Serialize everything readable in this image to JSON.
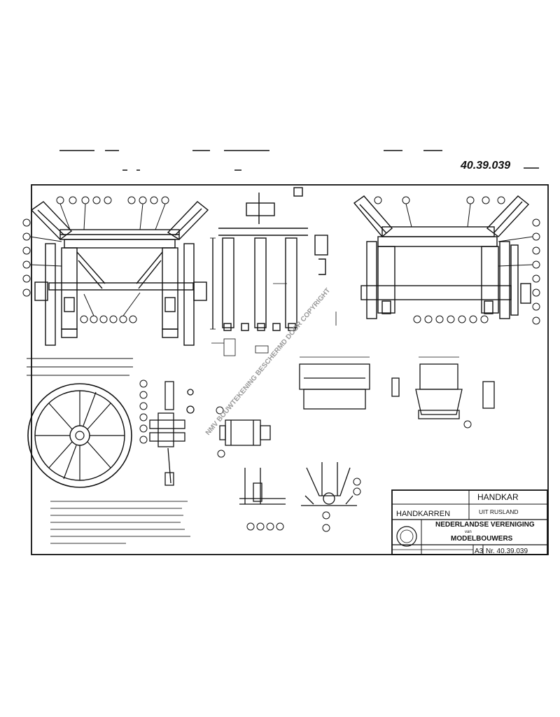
{
  "handwritten_number": "40.39.039",
  "title_block": {
    "title": "HANDKAR",
    "subtitle": "UIT RUSLAND",
    "category": "HANDKARREN",
    "organisation_line1": "NEDERLANDSE VERENIGING",
    "organisation_van": "van",
    "organisation_line2": "MODELBOUWERS",
    "sheet_format": "A3",
    "drawing_number": "Nr. 40.39.039"
  },
  "watermark": "NMV BOUWTEKENING BESCHERMD DOOR COPYRIGHT",
  "colors": {
    "ink": "#111111",
    "paper": "#ffffff",
    "watermark": "#9a9a9a"
  }
}
